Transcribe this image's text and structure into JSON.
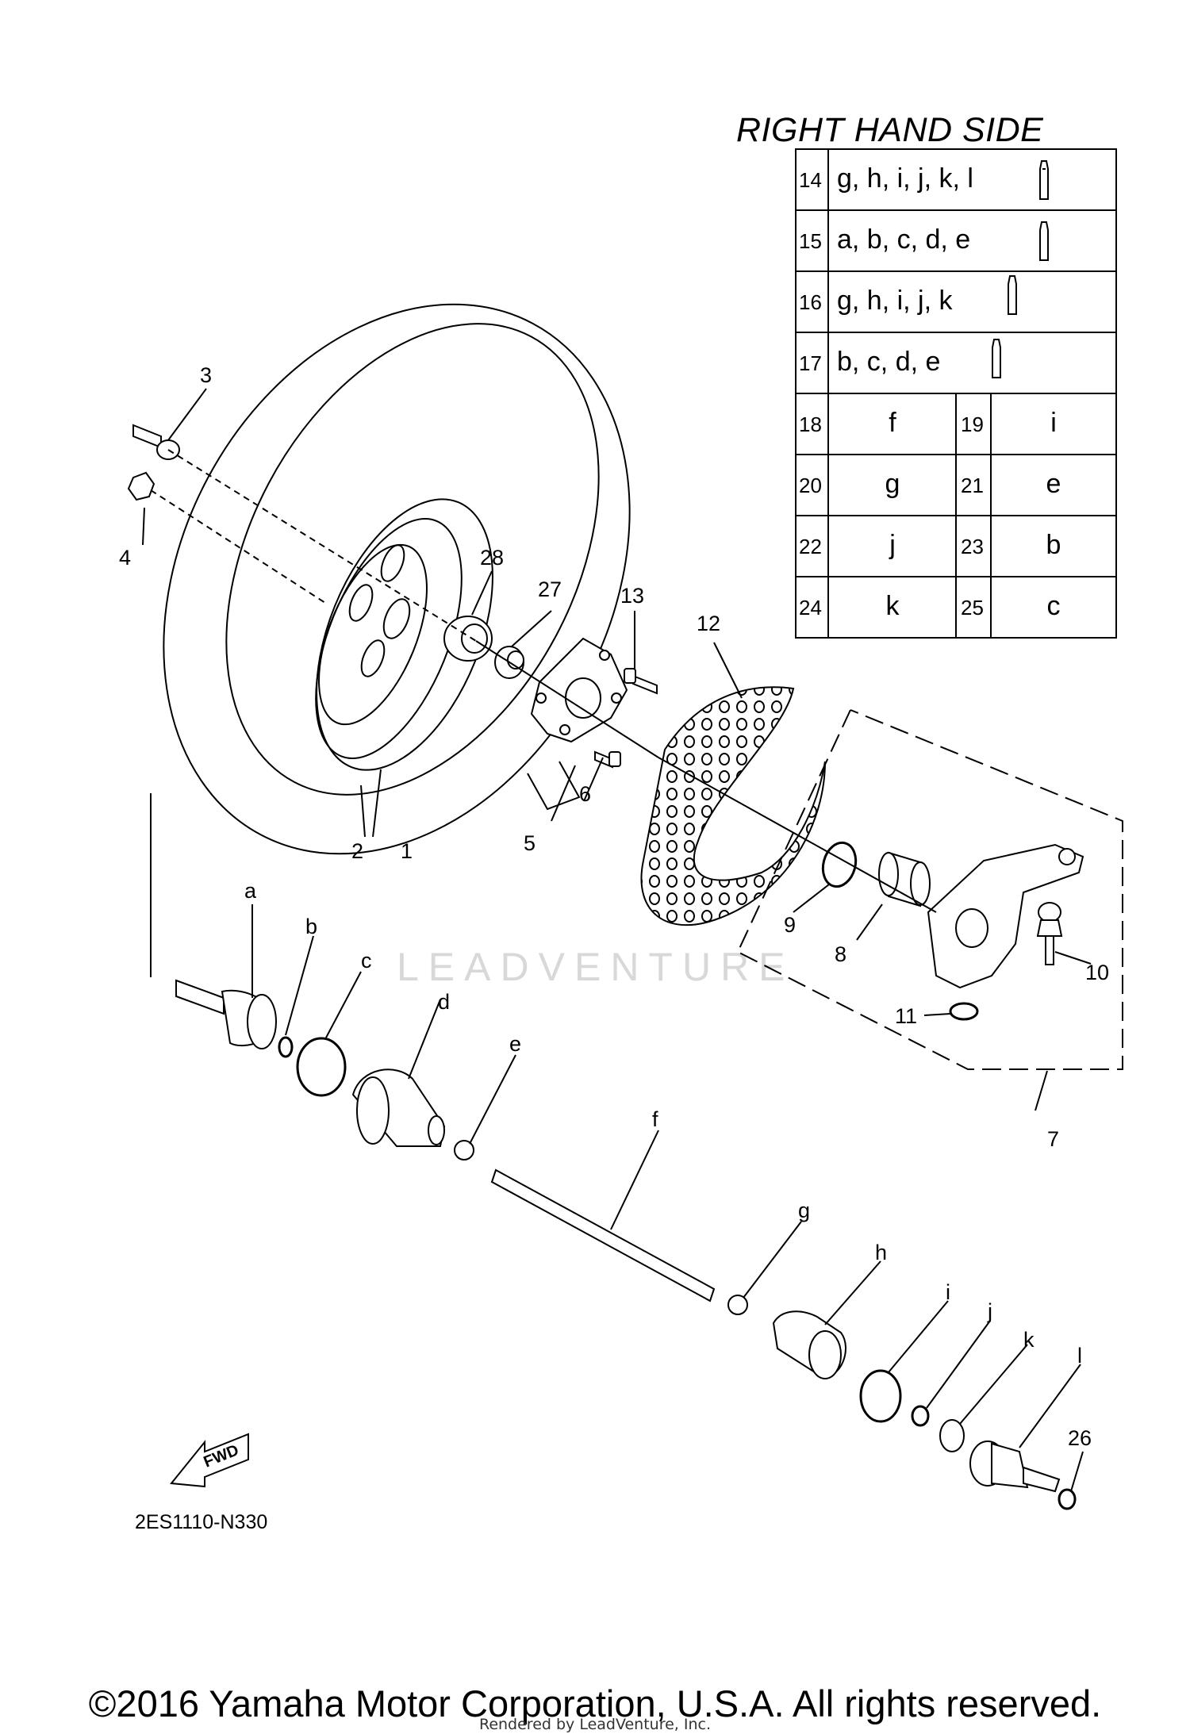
{
  "header": {
    "title": "RIGHT HAND SIDE"
  },
  "legend_table": {
    "rows_single": [
      {
        "no": "14",
        "parts": "g, h, i, j, k, l",
        "icon": "grease-tube-icon"
      },
      {
        "no": "15",
        "parts": "a, b, c, d, e",
        "icon": "grease-tube-icon"
      },
      {
        "no": "16",
        "parts": "g, h, i, j, k",
        "icon": "grease-tube-icon"
      },
      {
        "no": "17",
        "parts": "b, c, d, e",
        "icon": "grease-tube-icon"
      }
    ],
    "rows_pair": [
      {
        "no1": "18",
        "part1": "f",
        "no2": "19",
        "part2": "i"
      },
      {
        "no1": "20",
        "part1": "g",
        "no2": "21",
        "part2": "e"
      },
      {
        "no1": "22",
        "part1": "j",
        "no2": "23",
        "part2": "b"
      },
      {
        "no1": "24",
        "part1": "k",
        "no2": "25",
        "part2": "c"
      }
    ]
  },
  "callouts": {
    "n1": "1",
    "n2": "2",
    "n3": "3",
    "n4": "4",
    "n5": "5",
    "n6": "6",
    "n7": "7",
    "n8": "8",
    "n9": "9",
    "n10": "10",
    "n11": "11",
    "n12": "12",
    "n13": "13",
    "n26": "26",
    "n27": "27",
    "n28": "28",
    "a": "a",
    "b": "b",
    "c": "c",
    "d": "d",
    "e": "e",
    "f": "f",
    "g": "g",
    "h": "h",
    "i": "i",
    "j": "j",
    "k": "k",
    "l": "l"
  },
  "fwd_label": "FWD",
  "diagram_code": "2ES1110-N330",
  "watermark": "LEADVENTURE",
  "footer": {
    "copyright": "©2016 Yamaha Motor Corporation, U.S.A. All rights reserved.",
    "rendered_by": "Rendered by LeadVenture, Inc."
  }
}
